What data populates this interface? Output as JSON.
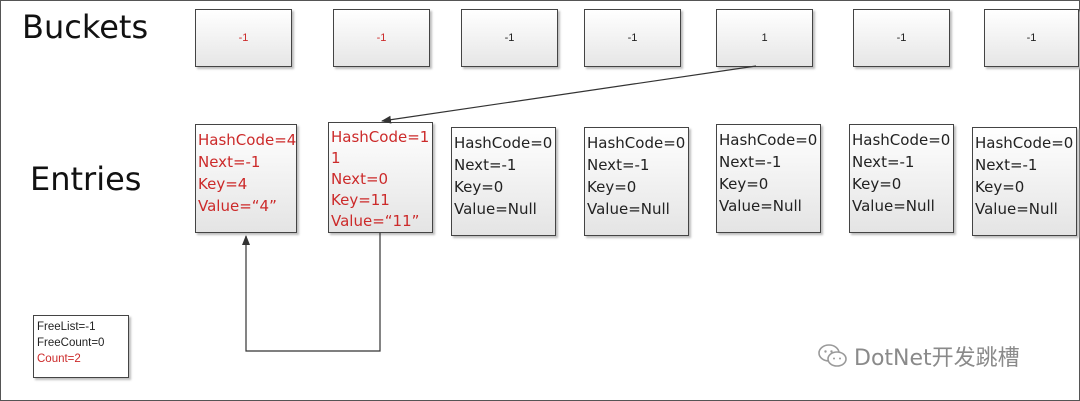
{
  "labels": {
    "buckets": "Buckets",
    "entries": "Entries"
  },
  "buckets": [
    {
      "value": "-1",
      "color": "#cc2a2a"
    },
    {
      "value": "-1",
      "color": "#cc2a2a"
    },
    {
      "value": "-1",
      "color": "#222222"
    },
    {
      "value": "-1",
      "color": "#222222"
    },
    {
      "value": "1",
      "color": "#222222"
    },
    {
      "value": "-1",
      "color": "#222222"
    },
    {
      "value": "-1",
      "color": "#222222"
    }
  ],
  "entries": [
    {
      "color": "#cc2a2a",
      "lines": [
        "HashCode=4",
        "Next=-1",
        "Key=4",
        "Value=“4”"
      ]
    },
    {
      "color": "#cc2a2a",
      "lines": [
        "HashCode=1",
        "1",
        "Next=0",
        "Key=11",
        "Value=“11”"
      ]
    },
    {
      "color": "#222222",
      "lines": [
        "HashCode=0",
        "Next=-1",
        "Key=0",
        "Value=Null"
      ]
    },
    {
      "color": "#222222",
      "lines": [
        "HashCode=0",
        "Next=-1",
        "Key=0",
        "Value=Null"
      ]
    },
    {
      "color": "#222222",
      "lines": [
        "HashCode=0",
        "Next=-1",
        "Key=0",
        "Value=Null"
      ]
    },
    {
      "color": "#222222",
      "lines": [
        "HashCode=0",
        "Next=-1",
        "Key=0",
        "Value=Null"
      ]
    },
    {
      "color": "#222222",
      "lines": [
        "HashCode=0",
        "Next=-1",
        "Key=0",
        "Value=Null"
      ]
    }
  ],
  "info": {
    "free_list": "FreeList=-1",
    "free_count": "FreeCount=0",
    "count": "Count=2"
  },
  "watermark": {
    "text": "DotNet开发跳槽",
    "icon": "wechat-icon"
  }
}
